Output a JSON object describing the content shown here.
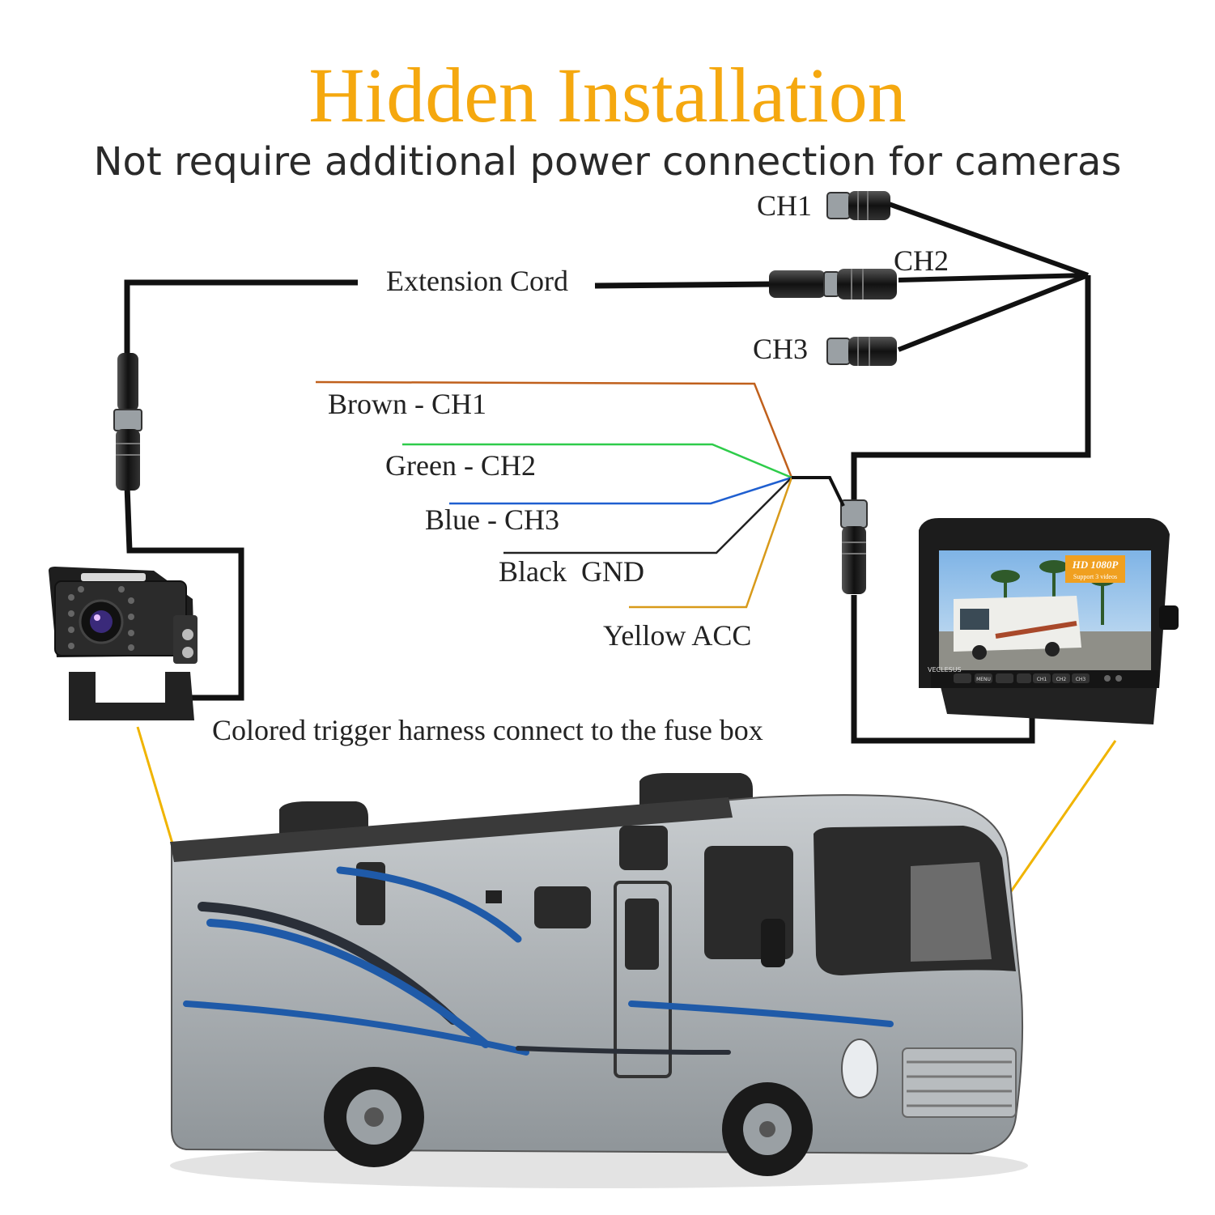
{
  "title": "Hidden Installation",
  "subtitle": "Not require additional power connection for cameras",
  "labels": {
    "ch1": "CH1",
    "ch2": "CH2",
    "ch3": "CH3",
    "extension_cord": "Extension Cord",
    "brown": "Brown - CH1",
    "green": "Green - CH2",
    "blue": "Blue - CH3",
    "black": "Black  GND",
    "yellow": "Yellow ACC",
    "harness_note": "Colored trigger harness connect to the fuse box"
  },
  "monitor": {
    "badge_line1": "HD 1080P",
    "badge_line2": "Support 3 videos",
    "brand": "VECLESUS",
    "buttons": [
      "MENU",
      "CH1",
      "CH2",
      "CH3"
    ]
  },
  "colors": {
    "title": "#f5a80f",
    "cable": "#111111",
    "brown_wire": "#c0601c",
    "green_wire": "#2ecc4a",
    "blue_wire": "#1f5fd0",
    "black_wire": "#222222",
    "yellow_wire": "#d89a1a",
    "pointer": "#f0b400"
  }
}
